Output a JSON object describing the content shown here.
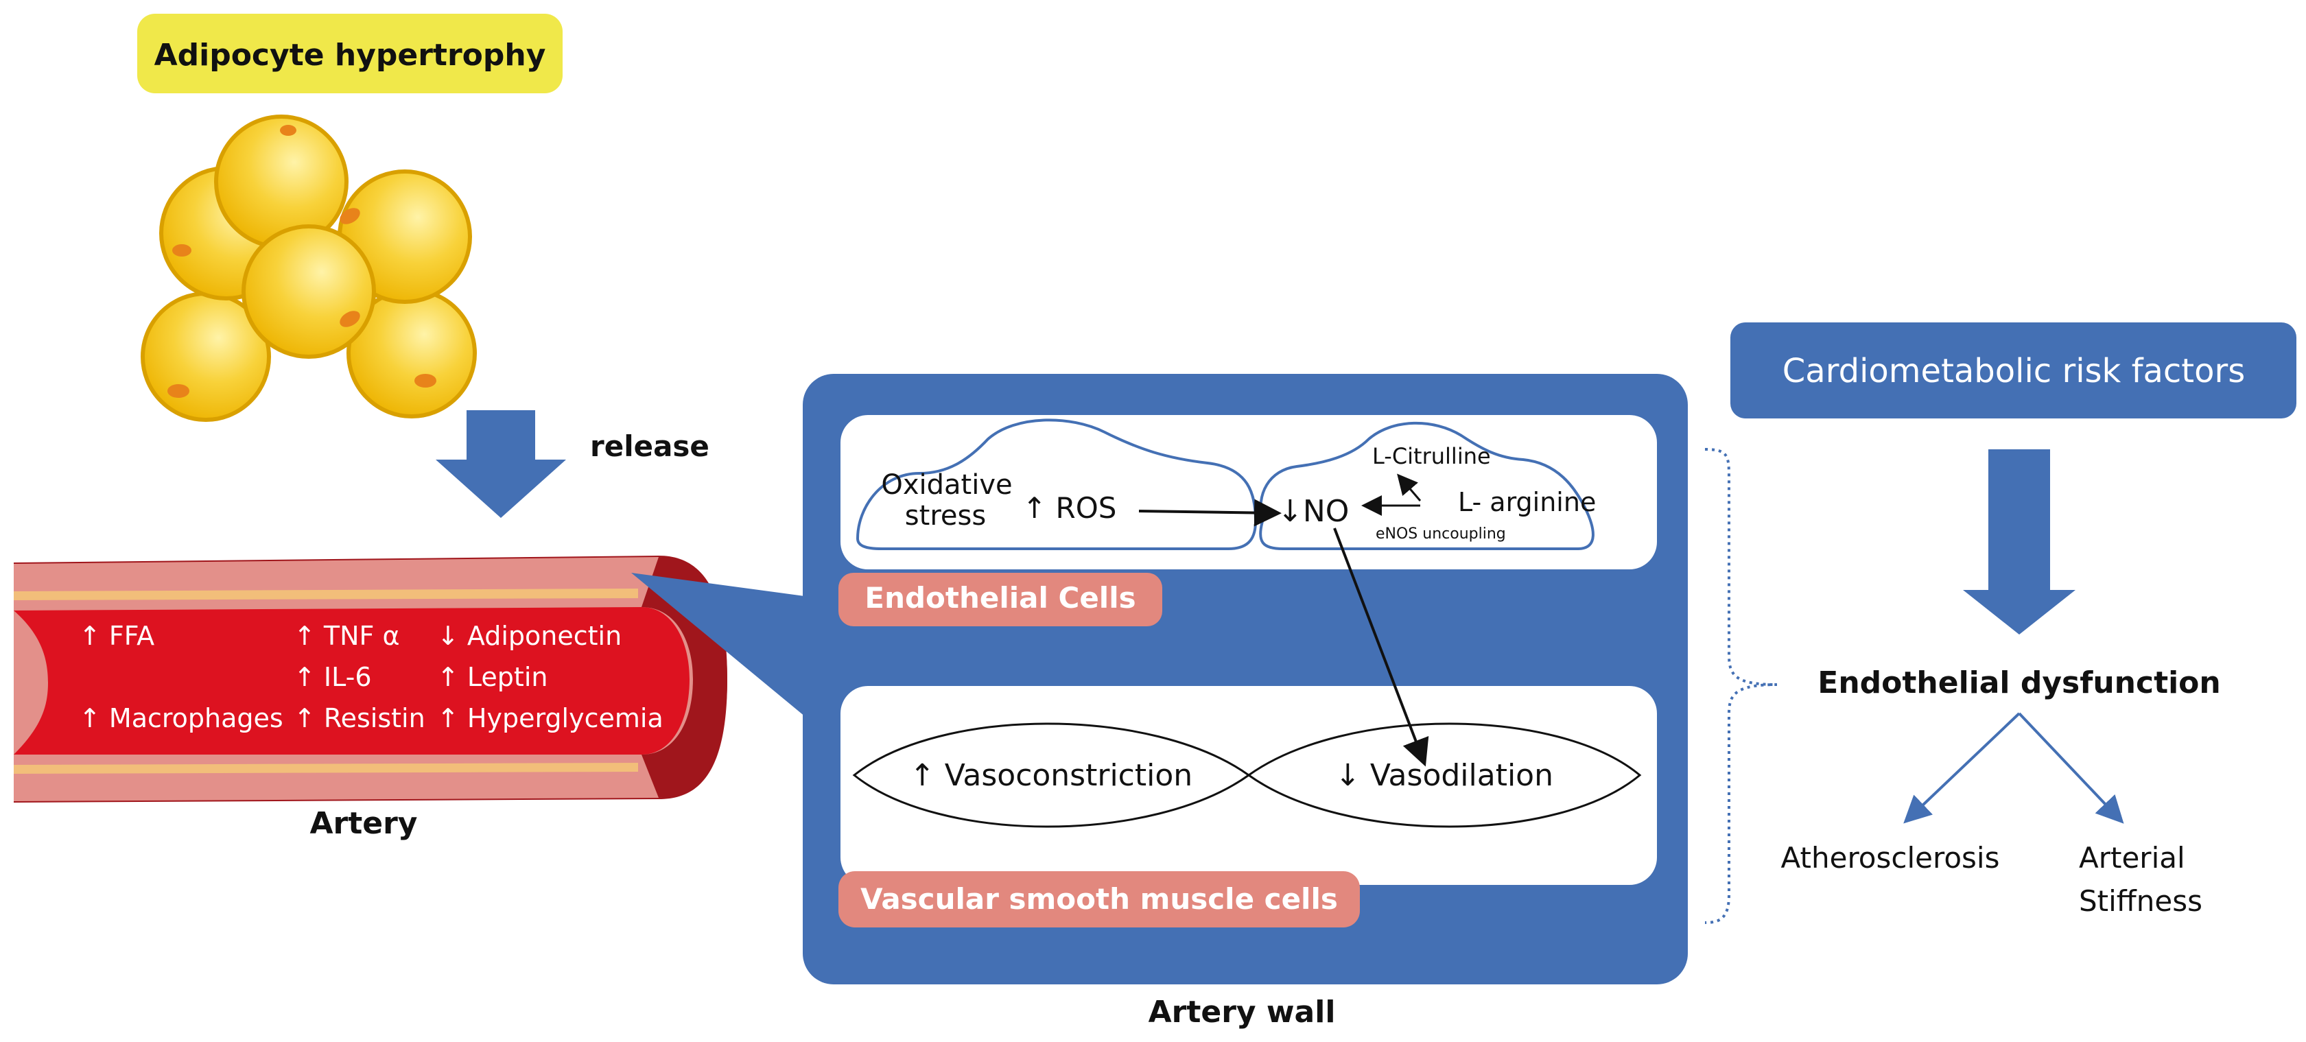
{
  "colors": {
    "yellow_label_bg": "#F0E84A",
    "blue": "#4470B4",
    "artery_red": "#DD1220",
    "artery_dark": "#A0161C",
    "artery_wall": "#E3908A",
    "artery_stripe": "#F2BE7A",
    "salmon_label": "#E2887E",
    "fat_cell": "#F5C518",
    "fat_cell_edge": "#D9A000",
    "nucleus": "#E8831A"
  },
  "adipocyte": {
    "label": "Adipocyte hypertrophy"
  },
  "release": {
    "label": "release"
  },
  "artery": {
    "label": "Artery",
    "col1": [
      "↑ FFA",
      "↑ Macrophages"
    ],
    "col2": [
      "↑ TNF α",
      "↑ IL-6",
      "↑ Resistin"
    ],
    "col3": [
      "↓ Adiponectin",
      "↑ Leptin",
      "↑ Hyperglycemia"
    ]
  },
  "artery_wall": {
    "label": "Artery wall",
    "endothelial": {
      "label": "Endothelial Cells",
      "oxidative_line1": "Oxidative",
      "oxidative_line2": "stress",
      "ros": "↑ ROS",
      "no": "↓NO",
      "citrulline": "L-Citrulline",
      "arginine": "L- arginine",
      "enos": "eNOS uncoupling"
    },
    "smooth_muscle": {
      "label": "Vascular smooth muscle cells",
      "vasoconstriction": "↑ Vasoconstriction",
      "vasodilation": "↓ Vasodilation"
    }
  },
  "risk": {
    "header": "Cardiometabolic risk factors",
    "dysfunction": "Endothelial dysfunction",
    "atherosclerosis": "Atherosclerosis",
    "arterial_line1": "Arterial",
    "arterial_line2": "Stiffness"
  }
}
